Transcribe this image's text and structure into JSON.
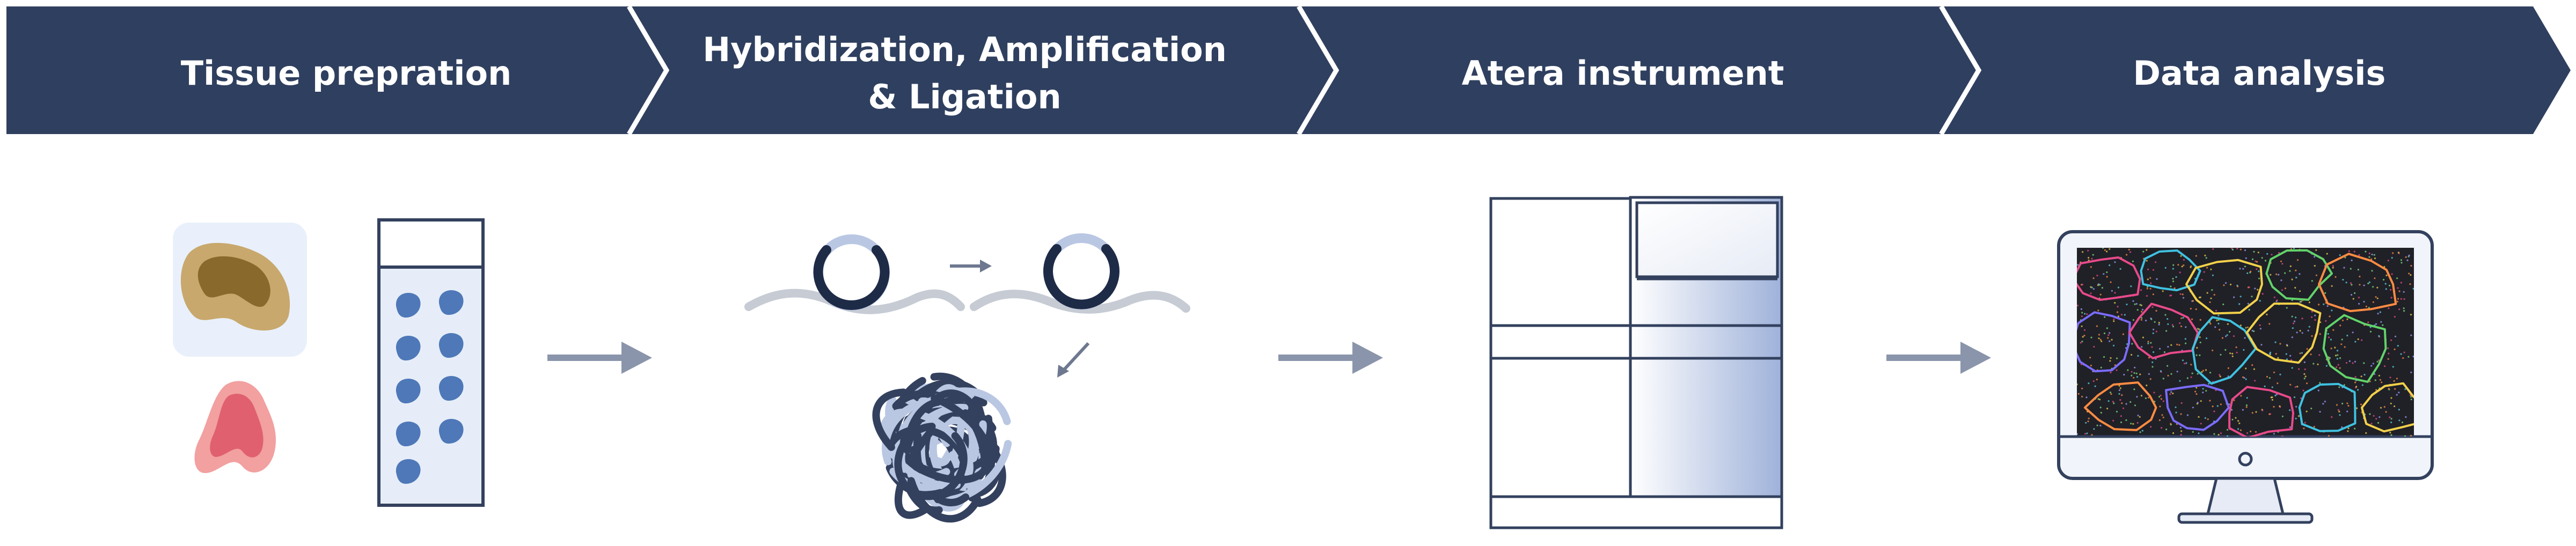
{
  "steps": [
    {
      "label": "Tissue prepration"
    },
    {
      "label_line1": "Hybridization, Amplification",
      "label_line2": "& Ligation"
    },
    {
      "label": "Atera instrument"
    },
    {
      "label": "Data analysis"
    }
  ],
  "colors": {
    "banner": "#2f3f5f",
    "banner_divider": "#ffffff",
    "arrow": "#8a95ab",
    "outline": "#33415e",
    "light_blue": "#b9c7e3",
    "tile_bg": "#e9f0fb",
    "droplet": "#4e78b8",
    "tissue_tan": "#c8a86d",
    "tissue_dark": "#8a6a2c",
    "tissue_pink": "#f2a0a0",
    "tissue_red": "#e06070",
    "strand": "#c6cbd4",
    "screen_bg": "#202027"
  },
  "icons": [
    "tissue-section-icon",
    "tube-icon",
    "circular-probe-icon",
    "rolling-circle-product-icon",
    "instrument-icon",
    "monitor-icon",
    "arrow-right-icon"
  ]
}
